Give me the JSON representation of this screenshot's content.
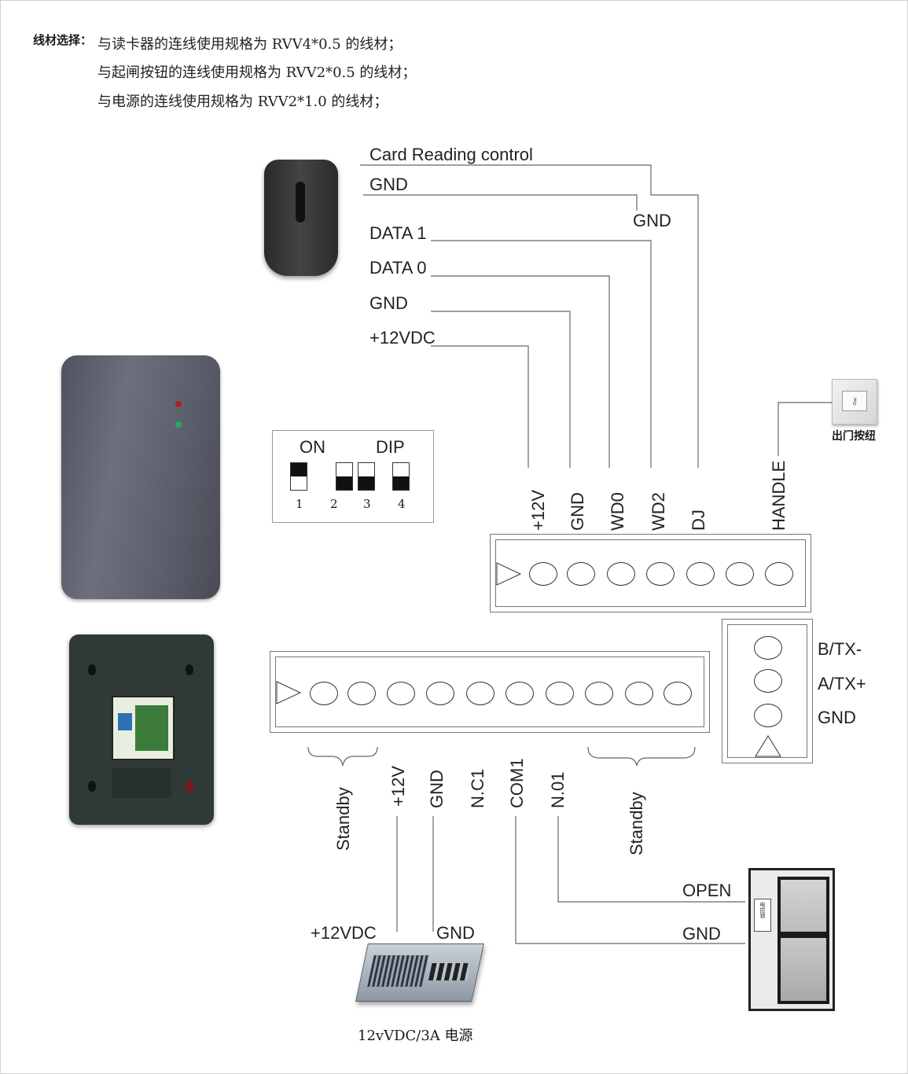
{
  "specs": {
    "label": "线材选择：",
    "line1": "与读卡器的连线使用规格为 RVV4*0.5 的线材；",
    "line2": "与起闸按钮的连线使用规格为 RVV2*0.5 的线材；",
    "line3": "与电源的连线使用规格为 RVV2*1.0 的线材；"
  },
  "reader_wires": {
    "card_reading_control": "Card Reading control",
    "gnd_top": "GND",
    "gnd_mid": "GND",
    "data1": "DATA 1",
    "data0": "DATA 0",
    "gnd": "GND",
    "vdc": "+12VDC"
  },
  "dip": {
    "on": "ON",
    "dip": "DIP",
    "n1": "1",
    "n2": "2",
    "n3": "3",
    "n4": "4"
  },
  "top_terminal": {
    "t1": "+12V",
    "t2": "GND",
    "t3": "WD0",
    "t4": "WD2",
    "t5": "DJ",
    "t6": "HANDLE"
  },
  "exit_button": "出门按纽",
  "rs485": {
    "b": "B/TX-",
    "a": "A/TX+",
    "gnd": "GND"
  },
  "bottom_terminal": {
    "standby_left": "Standby",
    "p12v": "+12V",
    "gnd": "GND",
    "nc1": "N.C1",
    "com1": "COM1",
    "no1": "N.01",
    "standby_right": "Standby"
  },
  "power": {
    "vdc": "+12VDC",
    "gnd": "GND",
    "caption": "12vVDC/3A 电源"
  },
  "lock": {
    "open": "OPEN",
    "gnd": "GND",
    "lock_text": "电控锁"
  }
}
